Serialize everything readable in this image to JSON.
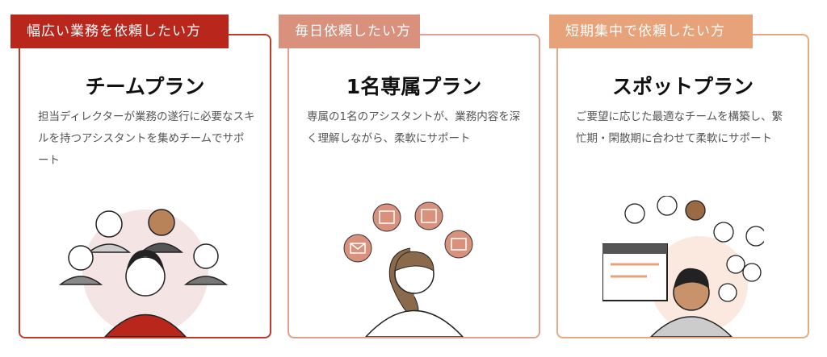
{
  "colors": {
    "team": "#b9261c",
    "dedicated": "#d9907c",
    "spot": "#e8a27a"
  },
  "plans": [
    {
      "tag": "幅広い業務を依頼したい方",
      "title": "チームプラン",
      "desc": "担当ディレクターが業務の遂行に必要なスキルを持つアシスタントを集めチームでサポート"
    },
    {
      "tag": "毎日依頼したい方",
      "title": "1名専属プラン",
      "desc": "専属の1名のアシスタントが、業務内容を深く理解しながら、柔軟にサポート"
    },
    {
      "tag": "短期集中で依頼したい方",
      "title": "スポットプラン",
      "desc": "ご要望に応じた最適なチームを構築し、繁忙期・閑散期に合わせて柔軟にサポート"
    }
  ]
}
